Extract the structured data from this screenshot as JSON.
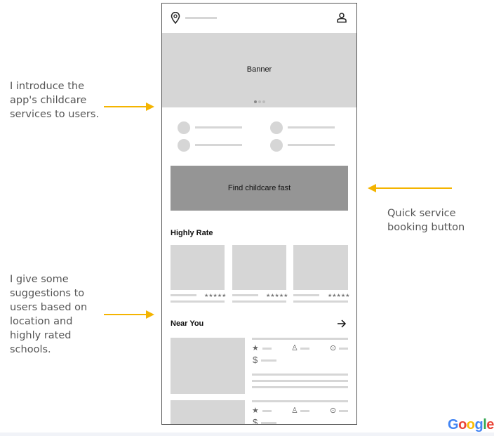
{
  "annotations": {
    "intro": "I introduce the app's childcare services to users.",
    "quick": "Quick service booking button",
    "suggest": "I give some suggestions to users based on location and highly rated schools."
  },
  "phone": {
    "banner_label": "Banner",
    "cta_label": "Find childcare fast",
    "highly_rated_title": "Highly Rate",
    "near_you_title": "Near You",
    "stars": "★★★★★",
    "dollar": "$"
  },
  "logo": "Google",
  "colors": {
    "arrow": "#f4b400",
    "cta": "#959595",
    "placeholder": "#d6d6d6"
  }
}
